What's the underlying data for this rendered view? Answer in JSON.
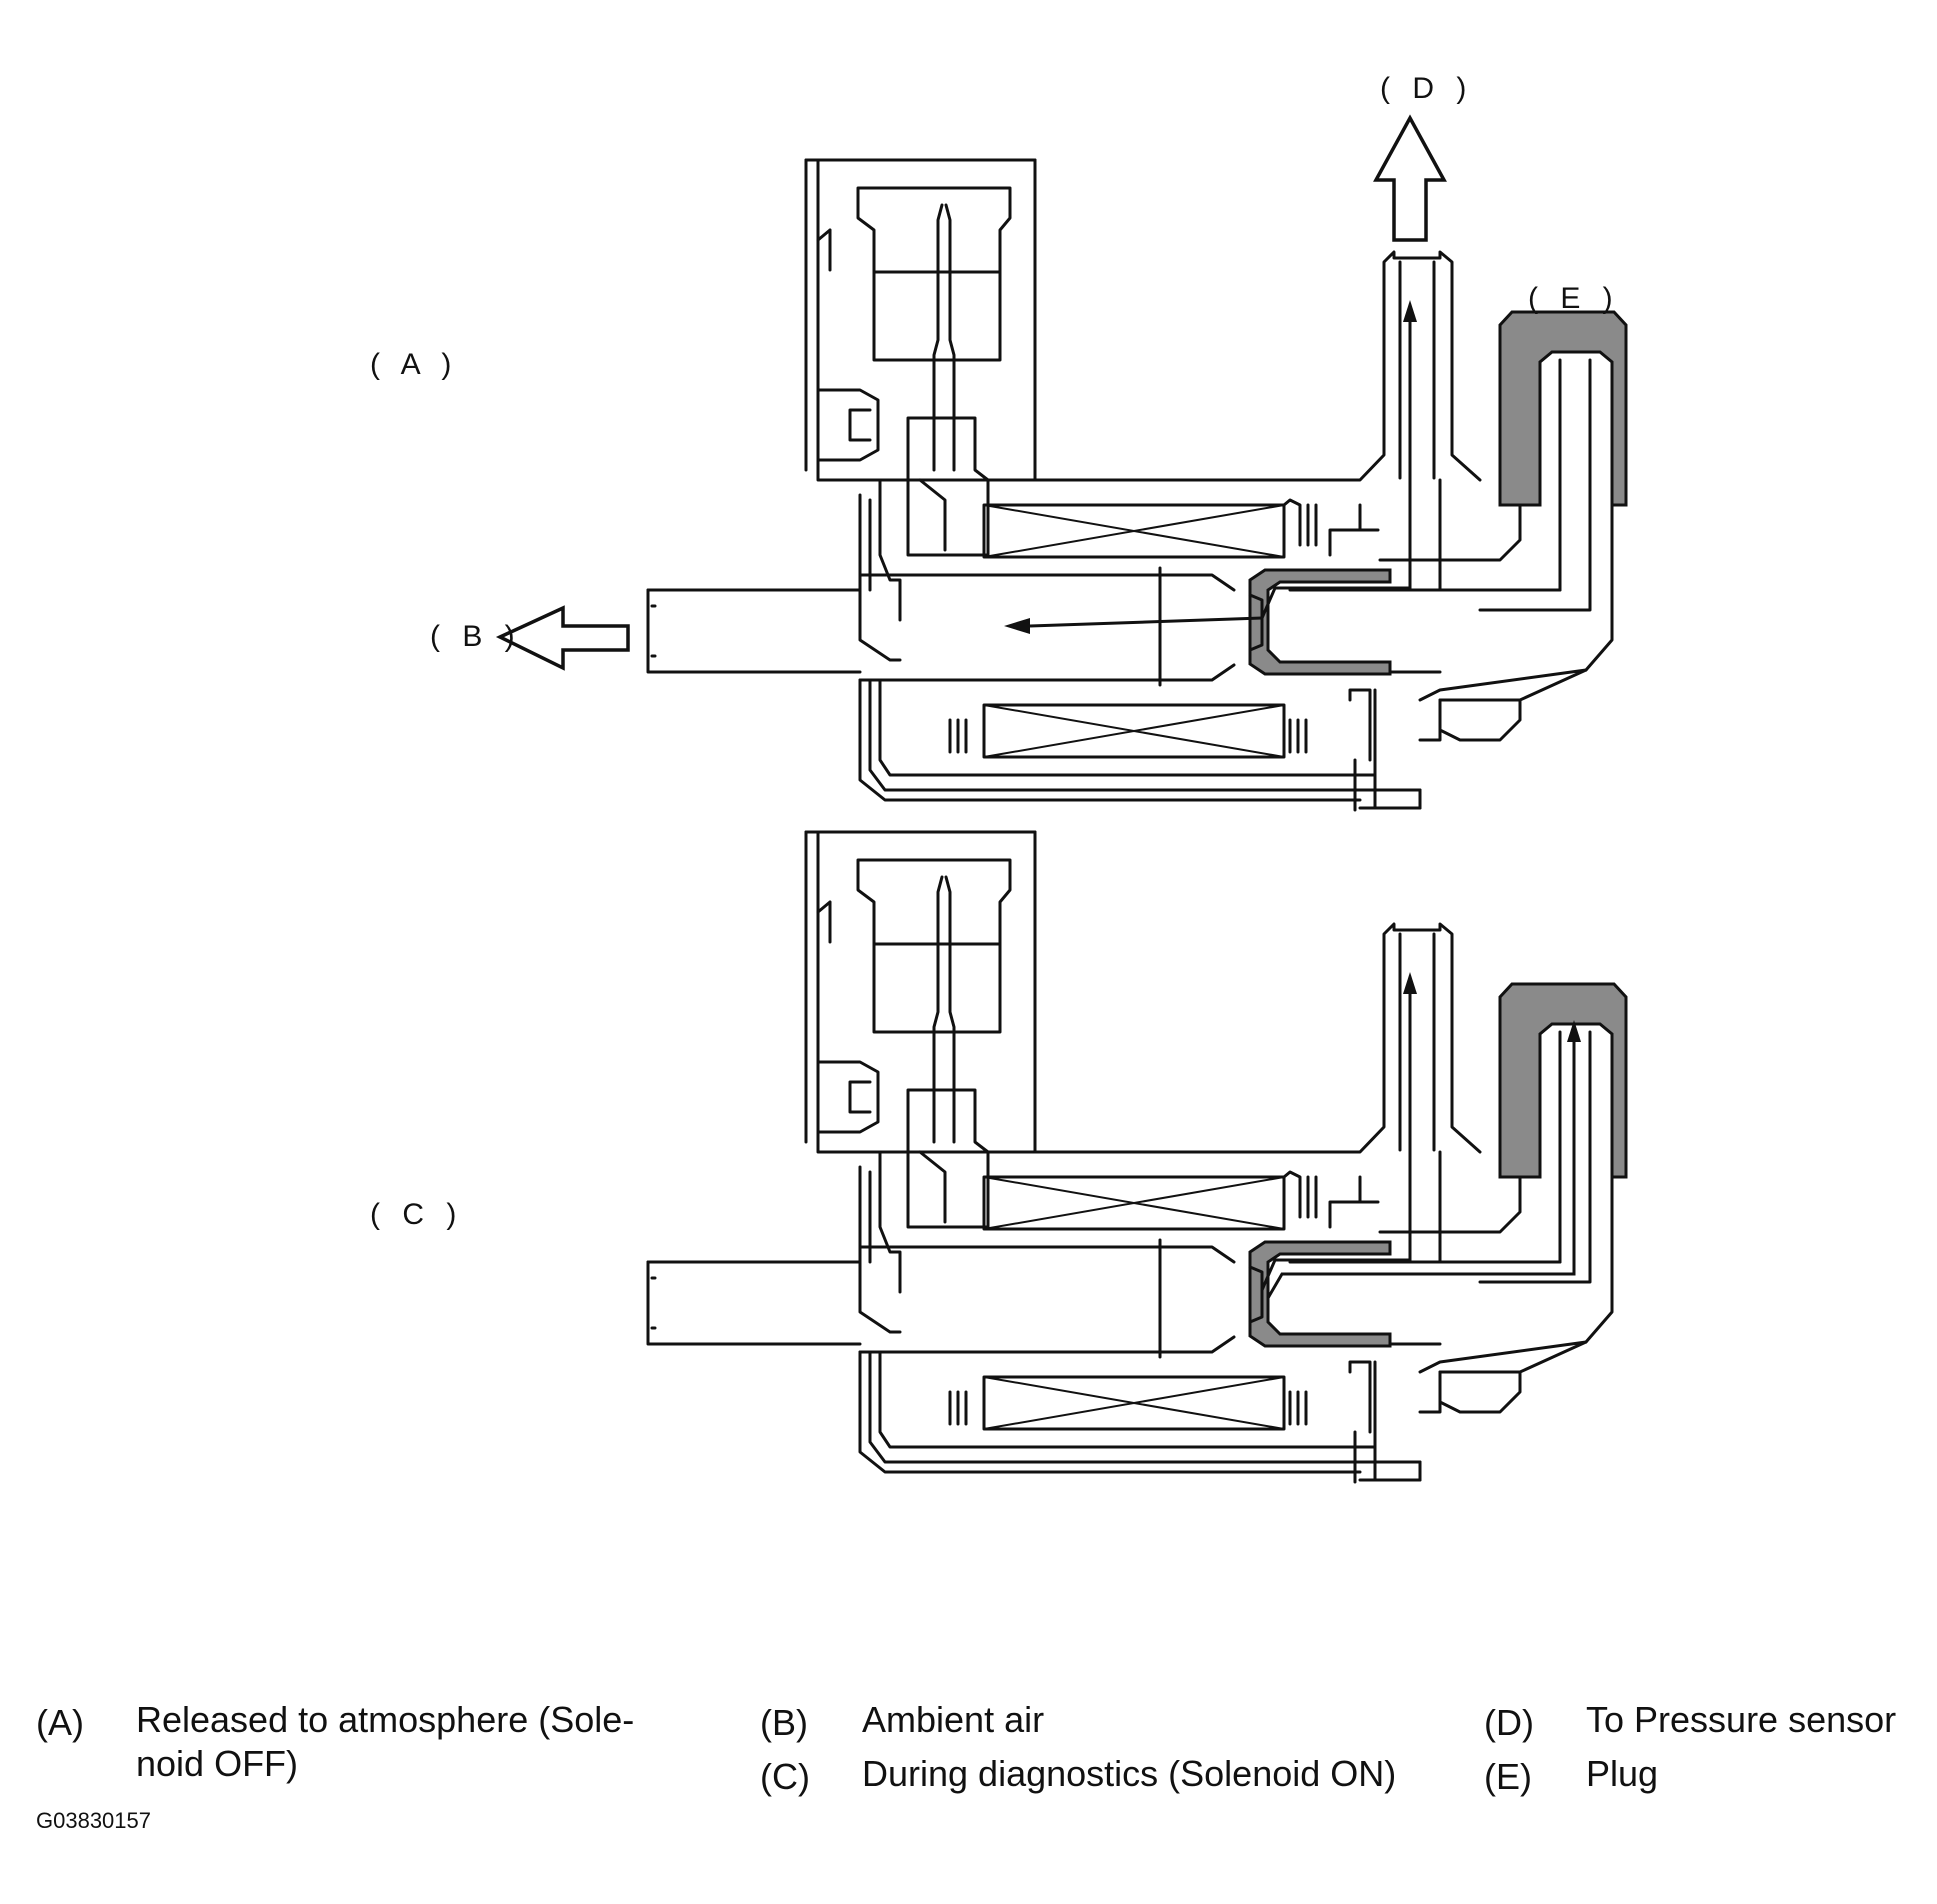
{
  "callouts": {
    "A": "( A )",
    "B": "( B )",
    "C": "( C )",
    "D": "( D )",
    "E": "( E )"
  },
  "legend": [
    {
      "code": "(A)",
      "text": "Released to atmosphere (Sole-\nnoid OFF)"
    },
    {
      "code": "(B)",
      "text": "Ambient air"
    },
    {
      "code": "(C)",
      "text": "During diagnostics (Solenoid ON)"
    },
    {
      "code": "(D)",
      "text": "To Pressure sensor"
    },
    {
      "code": "(E)",
      "text": "Plug"
    }
  ],
  "figure_id": "G03830157"
}
